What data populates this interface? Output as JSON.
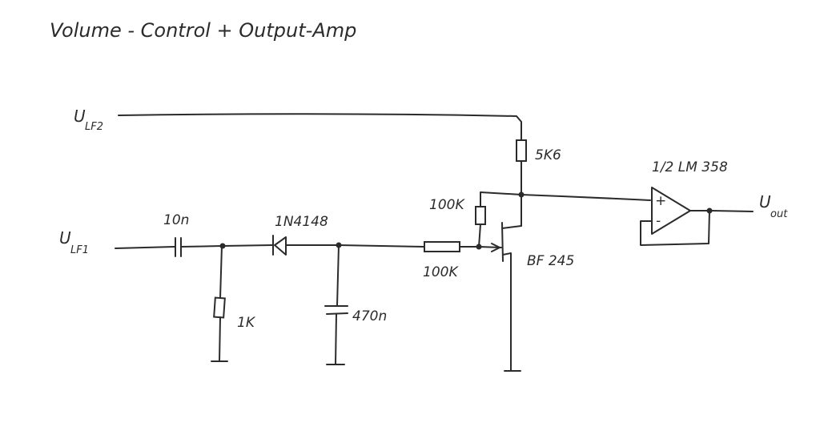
{
  "title": "Volume - Control + Output-Amp",
  "labels": {
    "u_lf2_main": "U",
    "u_lf2_sub": "LF2",
    "u_lf1_main": "U",
    "u_lf1_sub": "LF1",
    "u_out_main": "U",
    "u_out_sub": "out",
    "cap_10n": "10n",
    "diode": "1N4148",
    "res_1k": "1K",
    "cap_470n": "470n",
    "res_100k_series": "100K",
    "res_100k_gate": "100K",
    "res_5k6": "5K6",
    "jfet": "BF 245",
    "opamp": "1/2 LM 358",
    "opamp_plus": "+",
    "opamp_minus": "-"
  },
  "colors": {
    "ink": "#2b2b2b",
    "paper": "#ffffff"
  }
}
